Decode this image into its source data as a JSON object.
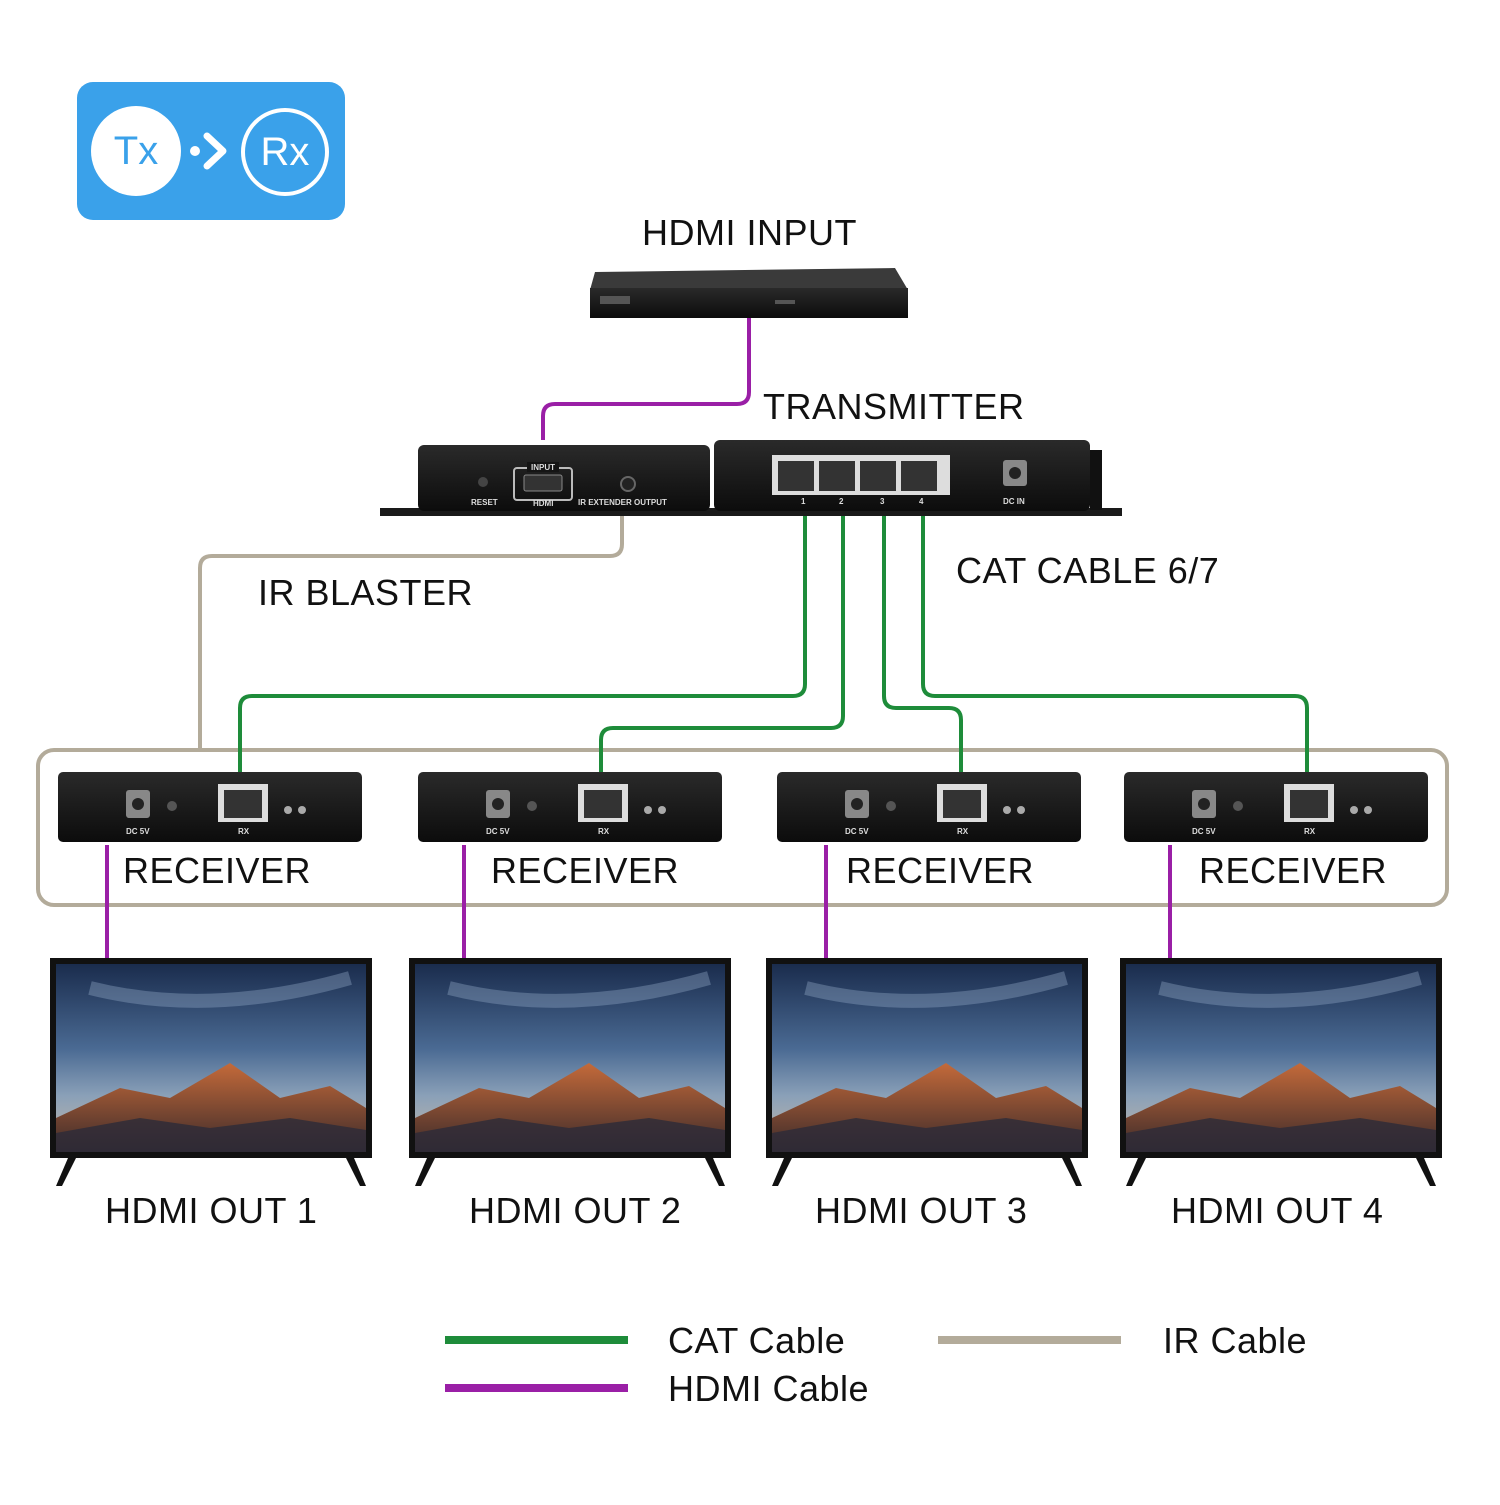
{
  "badge": {
    "tx": "Tx",
    "rx": "Rx"
  },
  "labels": {
    "hdmi_input": "HDMI INPUT",
    "transmitter": "TRANSMITTER",
    "ir_blaster": "IR BLASTER",
    "cat_cable": "CAT CABLE 6/7"
  },
  "transmitter": {
    "reset": "RESET",
    "input": "INPUT",
    "hdmi": "HDMI",
    "ir_output": "IR EXTENDER OUTPUT",
    "ports": [
      "1",
      "2",
      "3",
      "4"
    ],
    "dc_in": "DC IN"
  },
  "receivers": [
    {
      "label": "RECEIVER",
      "dc": "DC 5V",
      "rx": "RX"
    },
    {
      "label": "RECEIVER",
      "dc": "DC 5V",
      "rx": "RX"
    },
    {
      "label": "RECEIVER",
      "dc": "DC 5V",
      "rx": "RX"
    },
    {
      "label": "RECEIVER",
      "dc": "DC 5V",
      "rx": "RX"
    }
  ],
  "outputs": [
    "HDMI OUT 1",
    "HDMI OUT 2",
    "HDMI OUT 3",
    "HDMI OUT 4"
  ],
  "legend": {
    "cat": "CAT Cable",
    "hdmi": "HDMI Cable",
    "ir": "IR Cable"
  },
  "colors": {
    "cat": "#1e8c3a",
    "hdmi": "#9a1fa6",
    "ir": "#b3ab9a",
    "badge": "#3aa1ea",
    "device": "#151515"
  }
}
